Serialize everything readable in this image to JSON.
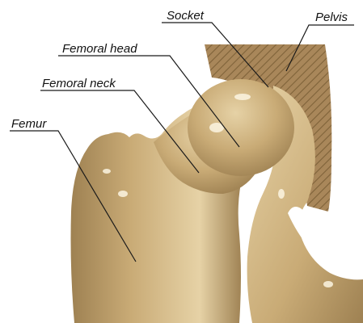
{
  "diagram": {
    "labels": {
      "socket": "Socket",
      "pelvis": "Pelvis",
      "femoral_head": "Femoral head",
      "femoral_neck": "Femoral neck",
      "femur": "Femur"
    },
    "colors": {
      "bone": "#c9ab76",
      "bone_shadow": "#9e8152",
      "bone_light": "#e6d2a6",
      "highlight": "#fbf4e2",
      "pelvis_fill": "#a9875a",
      "pelvis_hatch": "#7f6239",
      "leader_line": "#1a1a1a"
    }
  }
}
